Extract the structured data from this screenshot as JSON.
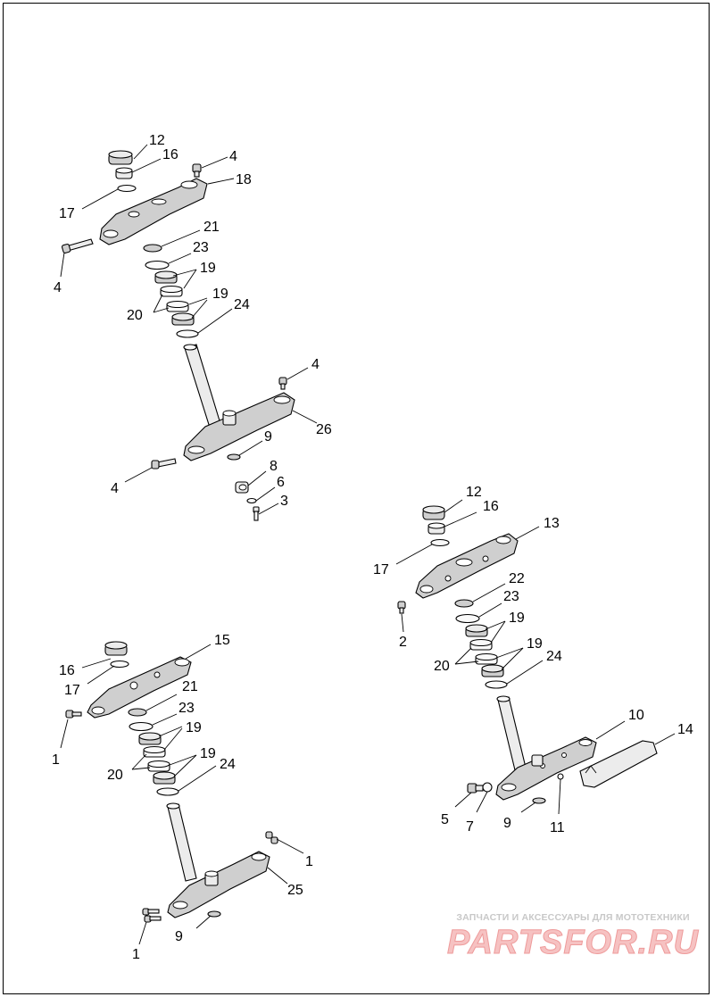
{
  "diagram": {
    "type": "exploded-parts",
    "callouts": {
      "a": [
        "12",
        "16",
        "4",
        "18",
        "17",
        "4",
        "21",
        "23",
        "19",
        "19",
        "20",
        "24",
        "4",
        "26",
        "9",
        "8",
        "6",
        "3",
        "4"
      ],
      "b": [
        "12",
        "16",
        "13",
        "17",
        "22",
        "23",
        "2",
        "19",
        "19",
        "20",
        "24",
        "10",
        "14",
        "5",
        "7",
        "9",
        "11"
      ],
      "c": [
        "15",
        "16",
        "17",
        "21",
        "23",
        "1",
        "19",
        "19",
        "20",
        "24",
        "1",
        "25",
        "1",
        "9"
      ]
    }
  },
  "watermark": {
    "tagline": "ЗАПЧАСТИ И АКСЕССУАРЫ ДЛЯ МОТОТЕХНИКИ",
    "logo": "PARTSFOR.RU",
    "logo_color": "#f2b0b0",
    "tagline_color": "#c8c8c8"
  },
  "colors": {
    "line": "#000000",
    "part_fill": "#cfcfcf",
    "background": "#ffffff"
  }
}
